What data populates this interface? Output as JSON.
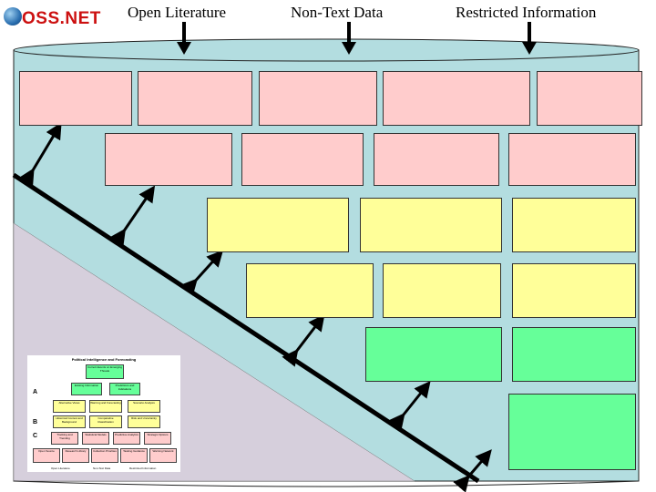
{
  "header": {
    "logo": "OSS.NET",
    "labels": [
      "Open Literature",
      "Non-Text Data",
      "Restricted Information"
    ]
  },
  "colors": {
    "cylinder": "#b3dde0",
    "lower_region": "#d6cfdc",
    "pink_box": "#ffcccc",
    "yellow_box": "#ffff99",
    "green_box": "#66ff99"
  },
  "thumbnail": {
    "title": "Political Intelligence and Forecasting",
    "section_labels": [
      "A",
      "B",
      "C"
    ],
    "top_box": "Current Events on Emerging Threats",
    "row1": [
      "Existing Information",
      "Predictions and Indications"
    ],
    "row2": [
      "Alternative Views",
      "Warning and Forecasting",
      "Scenario Analysis"
    ],
    "row3": [
      "Historical Context and Background",
      "Comparative Classification",
      "Risk and Uncertainty"
    ],
    "row4": [
      "Tracking and Trending",
      "Statistical Models",
      "Predictive Analytics",
      "Strategic Options"
    ],
    "row5": [
      "Open Source",
      "Research Library",
      "Collection Priorities",
      "Tasking Guidance",
      "Warning Network"
    ],
    "footer": [
      "Open Literature",
      "Non-Text Data",
      "Restricted Information"
    ]
  }
}
